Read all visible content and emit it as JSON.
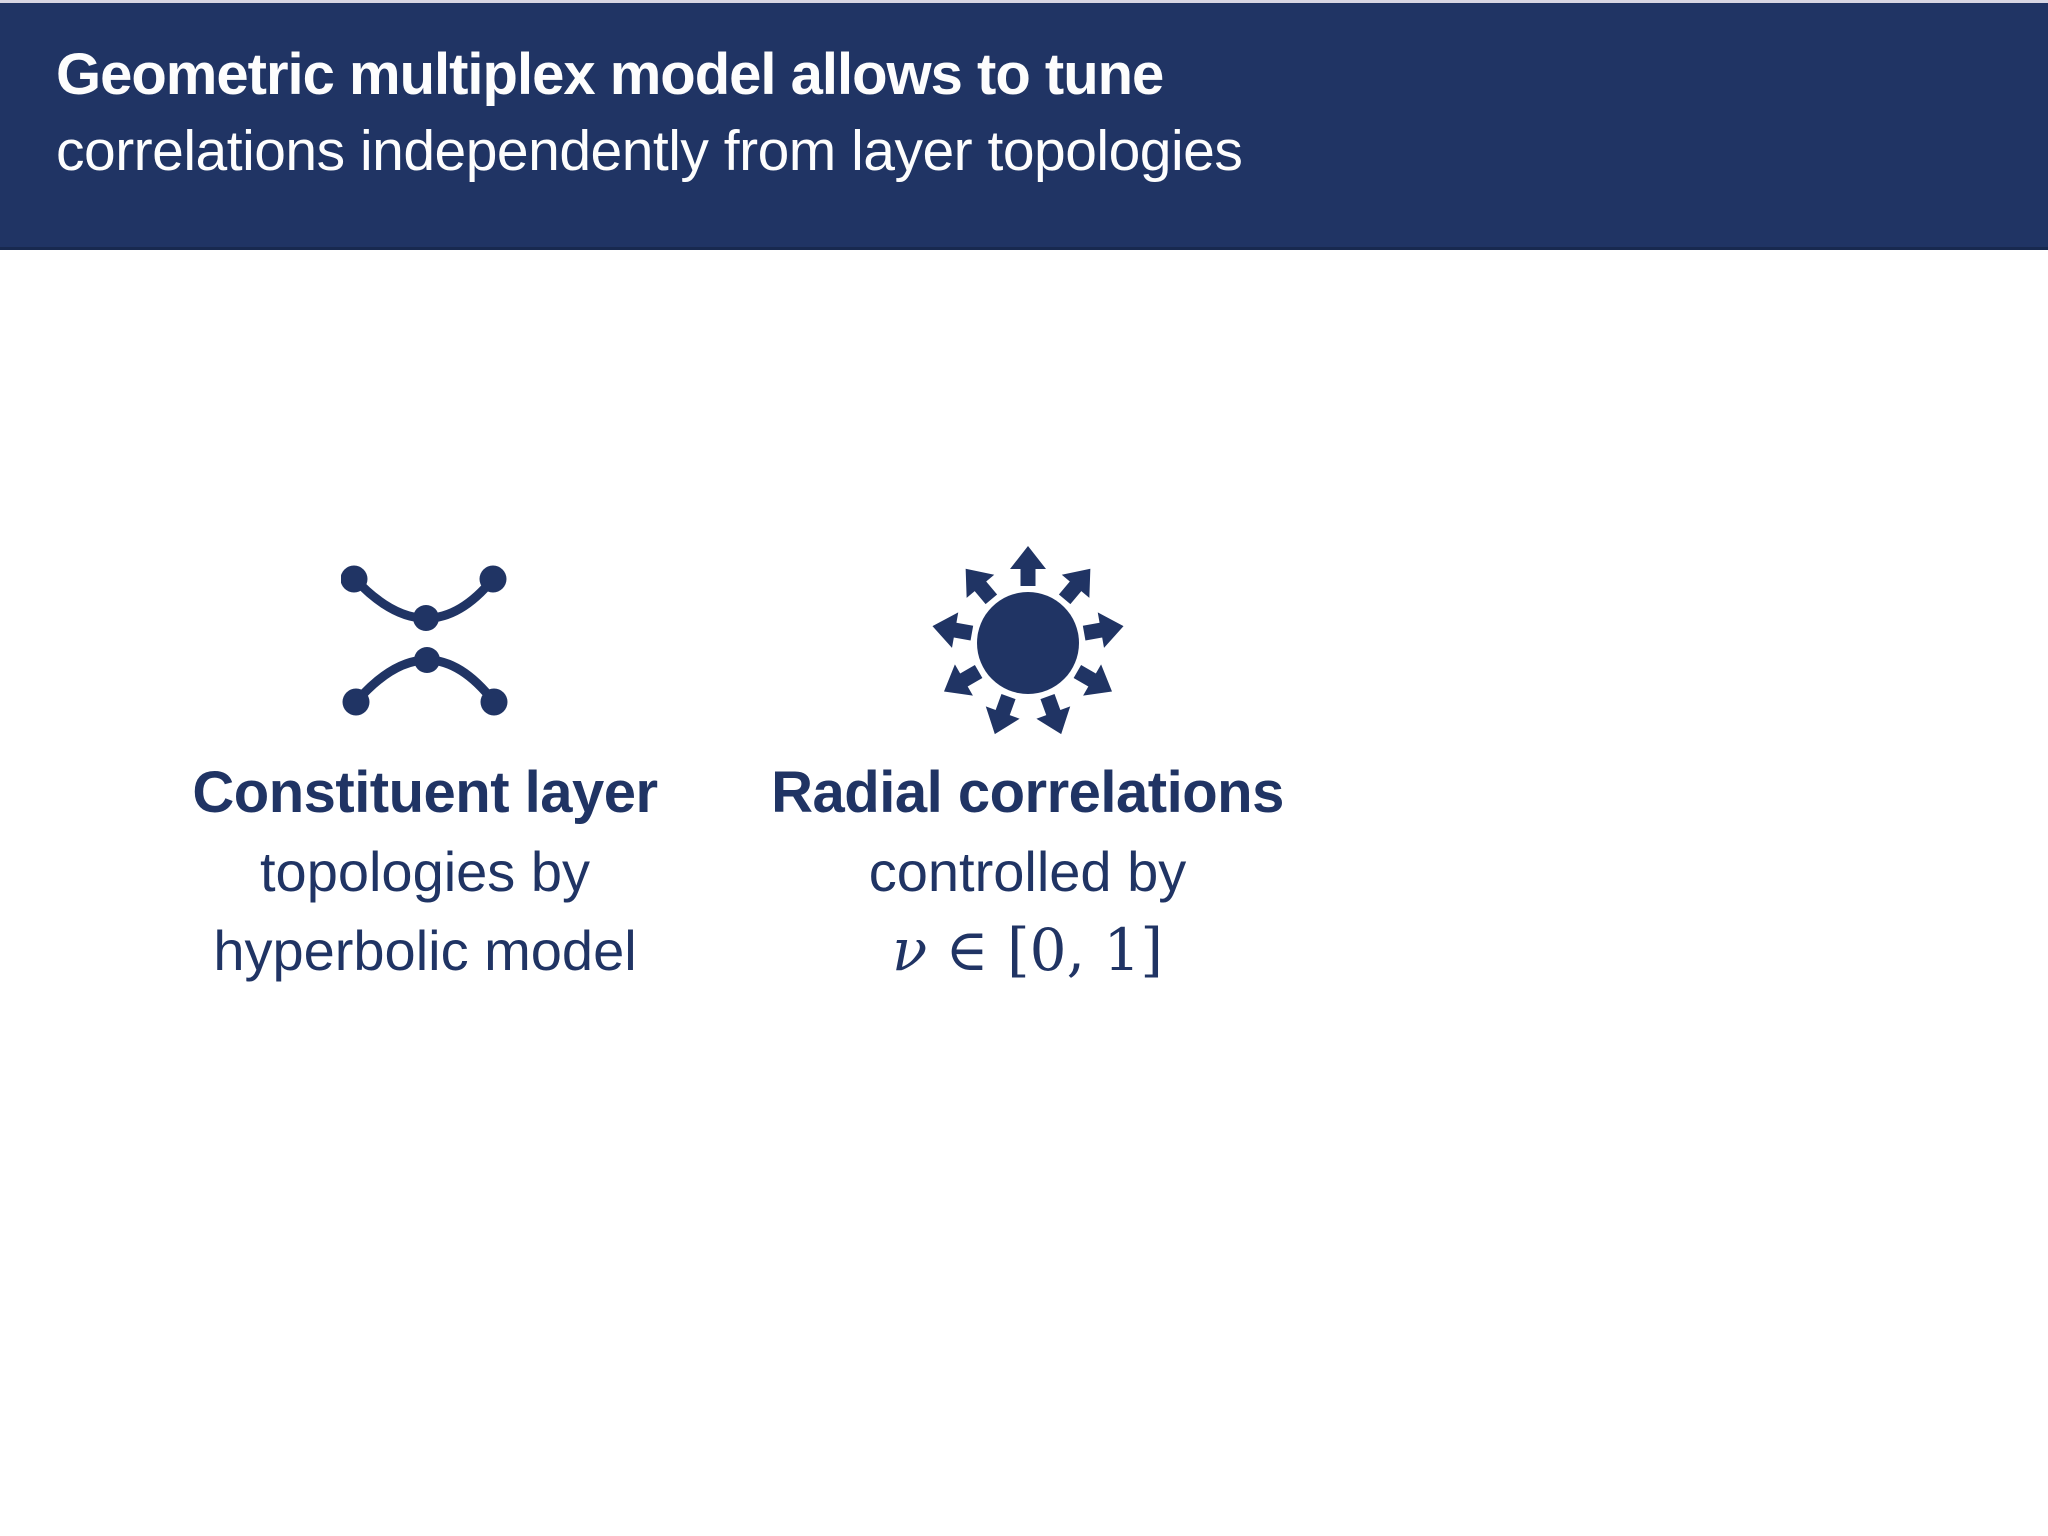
{
  "page": {
    "background_color": "#ffffff",
    "accent_color": "#203464"
  },
  "header": {
    "line1": "Geometric multiplex model allows to tune",
    "line2": "correlations independently from layer topologies",
    "background_color": "#203464",
    "text_color": "#fdfdfd"
  },
  "items": [
    {
      "icon": "layer-curves-icon",
      "title": "Constituent layer",
      "line2": "topologies by",
      "line3": "hyperbolic model"
    },
    {
      "icon": "radial-arrows-icon",
      "title": "Radial correlations",
      "line2": "controlled by",
      "math_nu": "ν",
      "math_rest": " ∈ [0, 1]"
    }
  ]
}
